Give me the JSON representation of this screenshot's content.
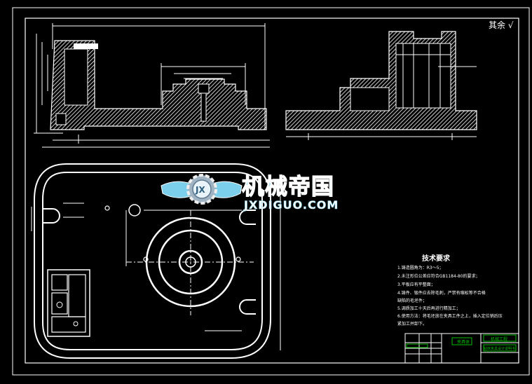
{
  "drawing": {
    "background": "#000000",
    "line_color": "#FFFFFF",
    "dim_color": "#FFFFFF",
    "accent_green": "#00C000",
    "accent_cyan": "#00E0FF"
  },
  "corner_note": "其余 √",
  "tech_requirements": {
    "title": "技术要求",
    "lines": [
      "1.铸造圆角为：R3～5；",
      "2.未注形位公差应符合GB1184-80的要求；",
      "3.平板应有平整面；",
      "4.铸件、锻件应去除毛刺，严禁有缩松等不合格",
      "缺陷的毛坯件；",
      "5.调质加工十天后再进行精加工；",
      "6.使用方法：将毛坯放在夹具工件之上，插入定位销后压",
      "紧加工并卸下。"
    ]
  },
  "watermark": {
    "cn": "机械帝国",
    "en": "JXDIGUO.COM",
    "emblem": "JX"
  },
  "title_block": {
    "cell_a": "夹具体",
    "cell_b": "机械工程",
    "cell_c": "钻床夹具设计说明书"
  },
  "icons": [
    "gear-emblem-icon",
    "wing-left-icon",
    "wing-right-icon",
    "roughness-check-icon"
  ]
}
